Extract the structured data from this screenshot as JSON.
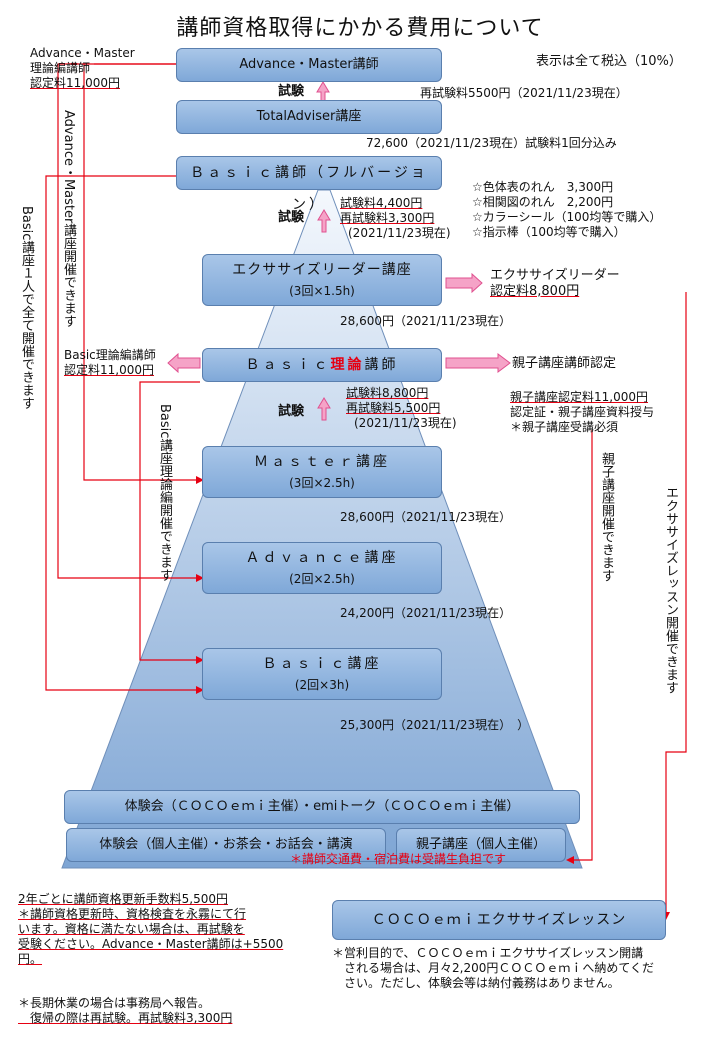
{
  "title": "講師資格取得にかかる費用について",
  "tax_note": "表示は全て税込（10%）",
  "left_top_note": [
    "Advance・Master",
    "理論編講師",
    "認定料11,000円"
  ],
  "boxes": {
    "adv_master_instructor": "Advance・Master講師",
    "total_adviser": "TotalAdviser講座",
    "basic_full": "Ｂａｓｉｃ講師（フルバージョン）",
    "exercise_leader": "エクササイズリーダー講座",
    "exercise_leader_sub": "(3回×1.5h)",
    "basic_theory_a": "Ｂａｓｉｃ",
    "basic_theory_b": "理論",
    "basic_theory_c": "講師",
    "master": "Ｍａｓｔｅｒ講座",
    "master_sub": "(3回×2.5h)",
    "advance": "Ａｄｖａｎｃｅ講座",
    "advance_sub": "(2回×2.5h)",
    "basic": "Ｂａｓｉｃ講座",
    "basic_sub": "(2回×3h)",
    "experience_coco": "体験会（ＣＯＣＯｅｍｉ主催）・emiトーク（ＣＯＣＯｅｍｉ主催）",
    "experience_personal": "体験会（個人主催）・お茶会・お話会・講演",
    "parent_child": "親子講座（個人主催）",
    "coco_lesson": "ＣＯＣＯｅｍｉエクササイズレッスン"
  },
  "labels": {
    "exam1": "試験",
    "exam2": "試験",
    "exam3": "試験",
    "reexam_top": "再試験料5500円（2021/11/23現在）",
    "total_price": "72,600（2021/11/23現在）試験料1回分込み",
    "exam_fee_basic_full": "試験料4,400円",
    "reexam_basic_full": "再試験料3,300円",
    "date_basic_full": "(2021/11/23現在)",
    "items": [
      "☆色体表のれん　3,300円",
      "☆相関図のれん　2,200円",
      "☆カラーシール（100均等で購入）",
      "☆指示棒（100均等で購入）"
    ],
    "exercise_leader_cert_1": "エクササイズリーダー",
    "exercise_leader_cert_2": "認定料8,800円",
    "exercise_leader_price": "28,600円（2021/11/23現在）",
    "basic_theory_cert_1": "Basic理論編講師",
    "basic_theory_cert_2": "認定料11,000円",
    "parent_child_cert": "親子講座講師認定",
    "exam_fee_theory": "試験料8,800円",
    "reexam_theory": "再試験料5,500円",
    "date_theory": "(2021/11/23現在)",
    "parent_cert_1": "親子講座認定料11,000円",
    "parent_cert_2": "認定証・親子講座資料授与",
    "parent_cert_3": "＊親子講座受講必須",
    "master_price": "28,600円（2021/11/23現在）",
    "advance_price": "24,200円（2021/11/23現在）",
    "basic_price": "25,300円（2021/11/23現在）　）",
    "travel_note": "＊講師交通費・宿泊費は受講生負担です"
  },
  "vertical": {
    "basic_all": "Basic講座１人で全て開催できます",
    "adv_master_can": "Advance・Master講座開催できます",
    "basic_theory_can": "Basic講座理論編開催できます",
    "parent_can": "親子講座開催できます",
    "exercise_can": "エクササイズレッスン開催できます"
  },
  "bottom_left": [
    "2年ごとに講師資格更新手数料5,500円",
    "＊講師資格更新時、資格検査を永霧にて行",
    "います。資格に満たない場合は、再試験を",
    "受験ください。Advance・Master講師は+5500",
    "円。"
  ],
  "bottom_left2": [
    "＊長期休業の場合は事務局へ報告。",
    "　復帰の際は再試験。再試験料3,300円"
  ],
  "bottom_right": [
    "＊営利目的で、ＣＯＣＯｅｍｉエクササイズレッスン開講",
    "　される場合は、月々2,200円ＣＯＣＯｅｍｉへ納めてくだ",
    "　さい。ただし、体験会等は納付義務はありません。"
  ],
  "colors": {
    "box_fill": "#8fb2dd",
    "pyramid_top": "#f4f8fd",
    "pyramid_bottom": "#7ea5d4",
    "arrow_red": "#e60012",
    "arrow_pink": "#f5a3c7"
  }
}
